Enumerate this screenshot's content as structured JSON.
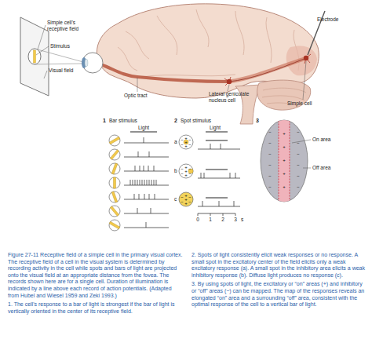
{
  "diagram": {
    "caption": "Figure 27-11 Receptive field of a simple cell in the primary visual cortex. The receptive field of a cell in the visual system is determined by recording activity in the cell while spots and bars of light are projected onto the visual field at an appropriate distance from the fovea. The records shown here are for a single cell. Duration of illumination is indicated by a line above each record of action potentials. (Adapted from Hubel and Wiesel 1959 and Zeki 1993.)",
    "labels": [
      "Simple cell's receptive field",
      "Stimulus",
      "Visual field",
      "Optic tract",
      "Lateral geniculate nucleus cell",
      "Electrode",
      "Simple cell",
      "1",
      "Bar stimulus",
      "Light",
      "2",
      "Spot stimulus",
      "Light",
      "a",
      "b",
      "c",
      "0",
      "1",
      "2",
      "3",
      "s",
      "3",
      "On area",
      "Off area",
      "+",
      "+",
      "+",
      "−",
      "−",
      "−",
      "−",
      "+",
      "+",
      "+",
      "−",
      "−",
      "−",
      "−",
      "+",
      "+",
      "+",
      "−",
      "−",
      "−",
      "−",
      "+",
      "+",
      "+",
      "+",
      "+",
      "−",
      "−",
      "−",
      "−",
      "−",
      "−",
      "−",
      "−",
      "−",
      "−",
      "−",
      "−",
      "1. The cell's response to a bar of light is strongest if the bar of light is vertically oriented in the center of its receptive field.",
      "2. Spots of light consistently elicit weak responses or no response. A small spot in the excitatory center of the field elicits only a weak excitatory response (a). A small spot in the inhibitory area elicits a weak inhibitory response (b). Diffuse light produces no response (c).",
      "3. By using spots of light, the excitatory or “on” areas (+) and inhibitory or “off” areas (−) can be mapped. The map of the responses reveals an elongated “on” area and a surrounding “off” area, consistent with the optimal response of the cell to a vertical bar of light."
    ]
  }
}
